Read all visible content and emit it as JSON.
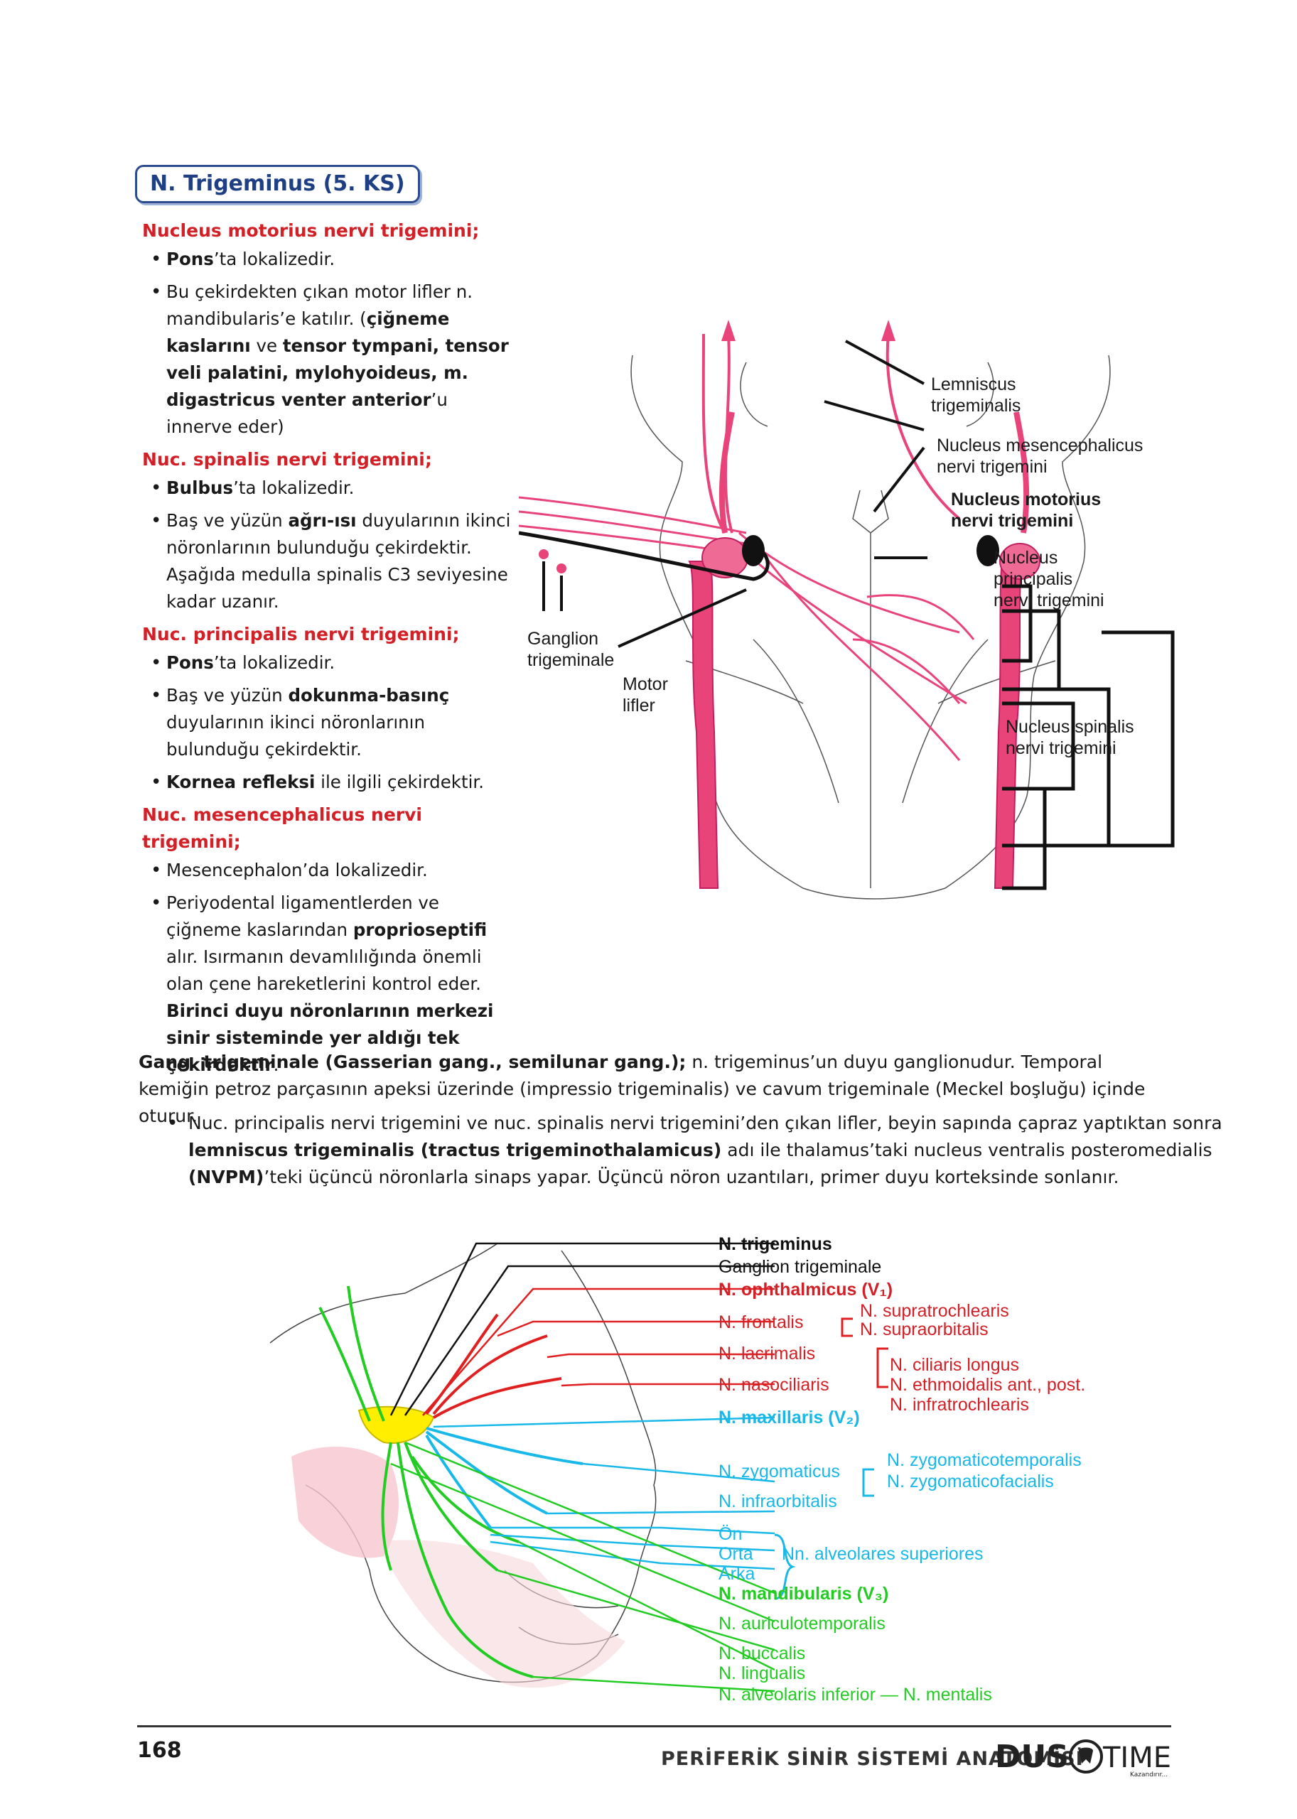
{
  "heading": "N. Trigeminus (5. KS)",
  "left": {
    "s1_title": "Nucleus motorius nervi trigemini;",
    "s1_b1_bold": "Pons",
    "s1_b1_rest": "’ta lokalizedir.",
    "s1_b2_a": "Bu çekirdekten çıkan motor lifler n. mandibularis’e katılır. (",
    "s1_b2_bold1": "çiğneme kaslarını",
    "s1_b2_b": " ve ",
    "s1_b2_bold2": "tensor tympani, tensor veli palatini, mylohyoideus, m. digastricus venter anterior",
    "s1_b2_c": "’u innerve eder)",
    "s2_title": "Nuc. spinalis nervi trigemini;",
    "s2_b1_bold": "Bulbus",
    "s2_b1_rest": "’ta lokalizedir.",
    "s2_b2_a": "Baş ve yüzün ",
    "s2_b2_bold": "ağrı-ısı",
    "s2_b2_b": " duyularının ikinci nöronlarının bulunduğu çekirdektir. Aşağıda medulla spinalis C3 seviyesine kadar uzanır.",
    "s3_title": "Nuc. principalis nervi trigemini;",
    "s3_b1_bold": "Pons",
    "s3_b1_rest": "’ta lokalizedir.",
    "s3_b2_a": "Baş ve yüzün ",
    "s3_b2_bold": "dokunma-basınç",
    "s3_b2_b": " duyularının ikinci nöronlarının bulunduğu çekirdektir.",
    "s3_b3_bold": "Kornea refleksi",
    "s3_b3_rest": " ile ilgili çekirdektir.",
    "s4_title": "Nuc. mesencephalicus nervi trigemini;",
    "s4_b1": "Mesencephalon’da lokalizedir.",
    "s4_b2_a": "Periyodental ligamentlerden ve çiğneme kaslarından ",
    "s4_b2_bold1": "proprioseptifi",
    "s4_b2_b": " alır. Isırmanın devamlılığında önemli olan çene hareketlerini kontrol eder. ",
    "s4_b2_bold2": "Birinci duyu nöronlarının merkezi sinir sisteminde yer aldığı tek çekirdektir",
    "s4_b2_c": "."
  },
  "fig1": {
    "lemniscus": [
      "Lemniscus",
      "trigeminalis"
    ],
    "mesenc": [
      "Nucleus mesencephalicus",
      "nervi trigemini"
    ],
    "motorius": [
      "Nucleus motorius",
      "nervi trigemini"
    ],
    "principalis": [
      "Nucleus",
      "principalis",
      "nervi trigemini"
    ],
    "spinalis": [
      "Nucleus spinalis",
      "nervi trigemini"
    ],
    "ganglion": [
      "Ganglion",
      "trigeminale"
    ],
    "motor": [
      "Motor",
      "lifler"
    ]
  },
  "para1": {
    "bold": "Gang. trigeminale (Gasserian gang., semilunar gang.);",
    "rest": " n. trigeminus’un duyu ganglionudur. Temporal kemiğin petroz parçasının apeksi üzerinde (impressio trigeminalis) ve cavum trigeminale (Meckel boşluğu) içinde oturur."
  },
  "para2": {
    "a": "Nuc. principalis nervi trigemini ve nuc. spinalis nervi trigemini’den çıkan lifler, beyin sapında çapraz yaptıktan sonra ",
    "bold1": "lemniscus trigeminalis (tractus trigeminothalamicus)",
    "b": " adı ile thalamus’taki nucleus ventralis posteromedialis ",
    "bold2": "(NVPM)",
    "c": "’teki üçüncü nöronlarla sinaps yapar. Üçüncü nöron uzantıları, primer duyu korteksinde sonlanır."
  },
  "fig2": {
    "n_trigeminus": "N. trigeminus",
    "ganglion": "Ganglion trigeminale",
    "ophthalmicus": "N. ophthalmicus (V₁)",
    "frontalis": "N. frontalis",
    "supratrochlearis": "N. supratrochlearis",
    "supraorbitalis": "N. supraorbitalis",
    "lacrimalis": "N. lacrimalis",
    "nasociliaris": "N. nasociliaris",
    "ciliaris": "N. ciliaris longus",
    "ethmoidalis": "N. ethmoidalis ant., post.",
    "infratrochlearis": "N. infratrochlearis",
    "maxillaris": "N. maxillaris (V₂)",
    "zygomaticus": "N. zygomaticus",
    "zygotemporalis": "N. zygomaticotemporalis",
    "zygofacialis": "N. zygomaticofacialis",
    "infraorbitalis": "N. infraorbitalis",
    "on": "Ön",
    "orta": "Orta",
    "arka": "Arka",
    "alveolares_sup": "Nn. alveolares superiores",
    "mandibularis": "N. mandibularis (V₃)",
    "auriculotemporalis": "N. auriculotemporalis",
    "buccalis": "N. buccalis",
    "lingualis": "N. lingualis",
    "alveolaris_inf": "N. alveolaris inferior — N. mentalis"
  },
  "footer": {
    "page": "168",
    "title": "PERİFERİK SİNİR SİSTEMİ ANATOMİSİ",
    "logo_left": "DUS",
    "logo_right": "TIME",
    "logo_sub": "Kazandırır..."
  },
  "colors": {
    "red": "#d31f26",
    "blue_heading": "#1f3f84",
    "cyan": "#18b8e8",
    "green": "#22cc22",
    "pink": "#e8447a"
  }
}
